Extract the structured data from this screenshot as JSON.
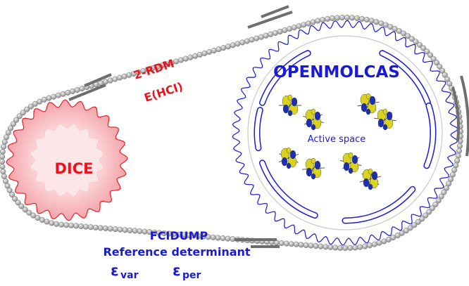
{
  "labels": {
    "dice": "DICE",
    "openmolcas": "OPENMOLCAS",
    "active_space": "Active space",
    "rdm": "2-RDM",
    "ehci": "E(HCI)",
    "fcidump": "FCIDUMP",
    "reference": "Reference determinant",
    "evar_symbol": "ε",
    "evar_sub": "var",
    "eper_symbol": "ε",
    "eper_sub": "per"
  },
  "colors": {
    "dice_text": "#e8141e",
    "dice_gear": "#f7b8bc",
    "dice_gear_edge": "#e8141e",
    "dice_hub": "#fde6e8",
    "openmolcas_text": "#1a1ad6",
    "openmolcas_gear": "#1a1ad6",
    "upper_labels": "#e8141e",
    "lower_labels": "#1a1ad6",
    "chain": "#9a9a9a",
    "motion_lines": "#6e6e6e",
    "orbital_yellow": "#d9d21e",
    "orbital_blue": "#1c2fb0"
  }
}
